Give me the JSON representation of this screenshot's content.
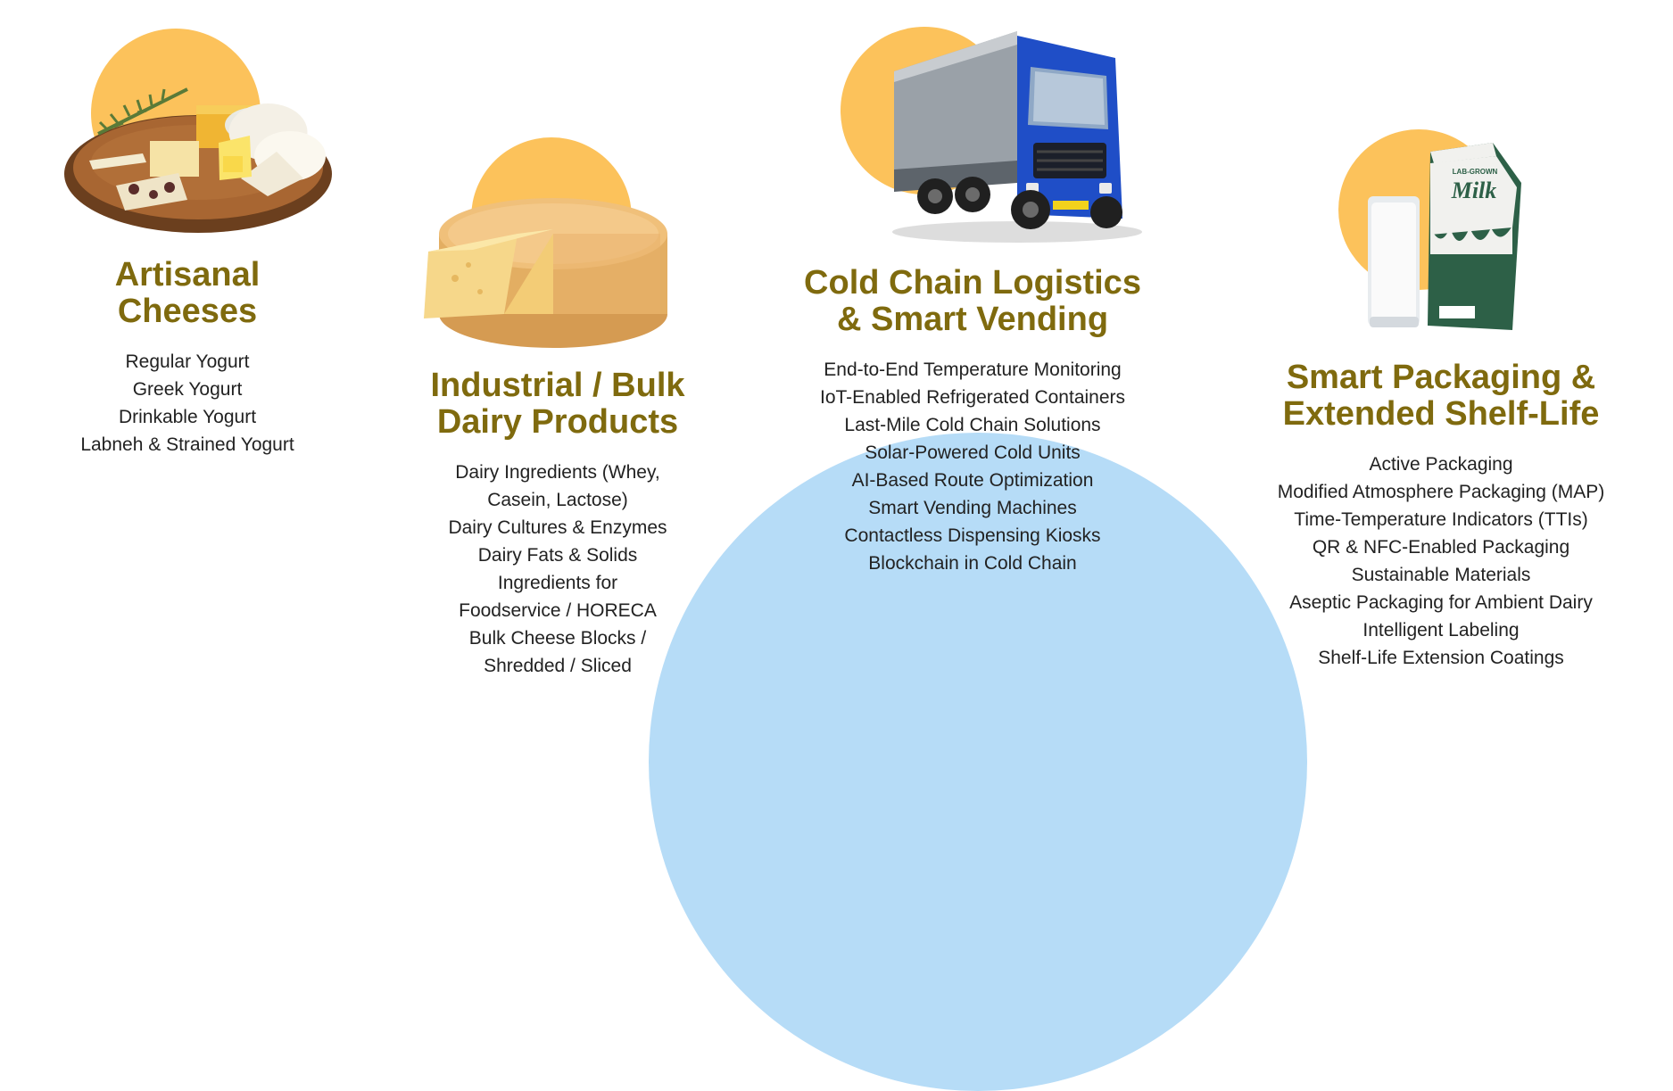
{
  "colors": {
    "accent": "#fcc25b",
    "title": "#7f6a0e",
    "arc": "#b6dcf7",
    "text": "#222222"
  },
  "columns": [
    {
      "title": "Artisanal Cheeses",
      "icon": "cheese-board-icon",
      "items": [
        "Regular Yogurt",
        "Greek Yogurt",
        "Drinkable Yogurt",
        "Labneh & Strained Yogurt"
      ]
    },
    {
      "title": "Industrial / Bulk Dairy Products",
      "icon": "cheese-wheel-icon",
      "items": [
        "Dairy Ingredients (Whey, Casein, Lactose)",
        "Dairy Cultures & Enzymes",
        "Dairy Fats & Solids",
        "Ingredients for Foodservice / HORECA",
        "Bulk Cheese Blocks / Shredded / Sliced"
      ]
    },
    {
      "title": "Cold Chain Logistics & Smart Vending",
      "icon": "truck-icon",
      "items": [
        "End-to-End Temperature Monitoring",
        "IoT-Enabled Refrigerated Containers",
        "Last-Mile Cold Chain Solutions",
        "Solar-Powered Cold Units",
        "AI-Based Route Optimization",
        "Smart Vending Machines",
        "Contactless Dispensing Kiosks",
        "Blockchain in Cold Chain"
      ]
    },
    {
      "title": "Smart Packaging & Extended Shelf-Life",
      "icon": "milk-carton-icon",
      "items": [
        "Active Packaging",
        "Modified Atmosphere Packaging (MAP)",
        "Time-Temperature Indicators (TTIs)",
        "QR & NFC-Enabled Packaging",
        "Sustainable Materials",
        "Aseptic Packaging for Ambient Dairy",
        "Intelligent Labeling",
        "Shelf-Life Extension Coatings"
      ]
    }
  ],
  "illustrations": {
    "carton_label_top": "LAB-GROWN",
    "carton_label_main": "Milk"
  }
}
